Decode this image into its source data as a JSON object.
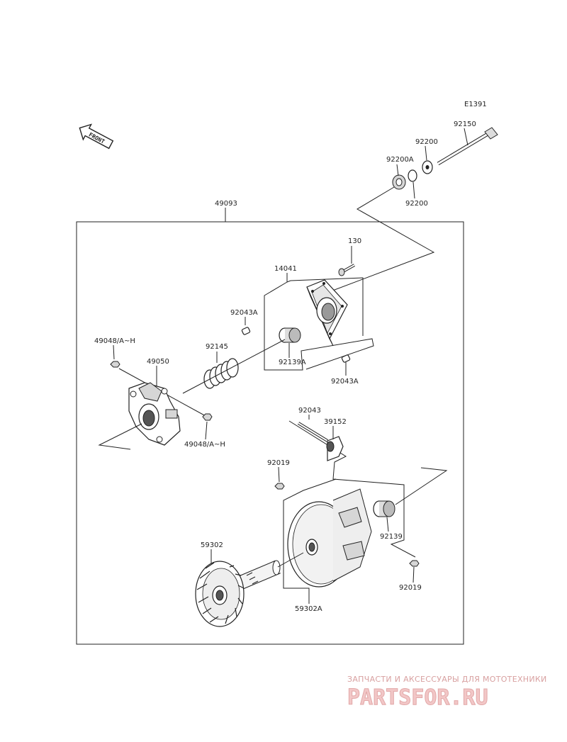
{
  "diagram": {
    "code": "E1391",
    "front_label": "FRONT",
    "assembly_number": "49093",
    "parts": {
      "p92150": "92150",
      "p92200_top": "92200",
      "p92200A": "92200A",
      "p92200_bottom": "92200",
      "p130": "130",
      "p14041": "14041",
      "p92043A_upper": "92043A",
      "p92145": "92145",
      "p92139A": "92139A",
      "p92043A_lower": "92043A",
      "p49048_left": "49048/A~H",
      "p49050": "49050",
      "p49048_right": "49048/A~H",
      "p92043": "92043",
      "p39152": "39152",
      "p92019_left": "92019",
      "p92139": "92139",
      "p59302": "59302",
      "p92019_right": "92019",
      "p59302A": "59302A"
    }
  },
  "watermark": {
    "tagline": "ЗАПЧАСТИ И АКСЕССУАРЫ ДЛЯ МОТОТЕХНИКИ",
    "brand": "PARTSFOR.RU"
  }
}
